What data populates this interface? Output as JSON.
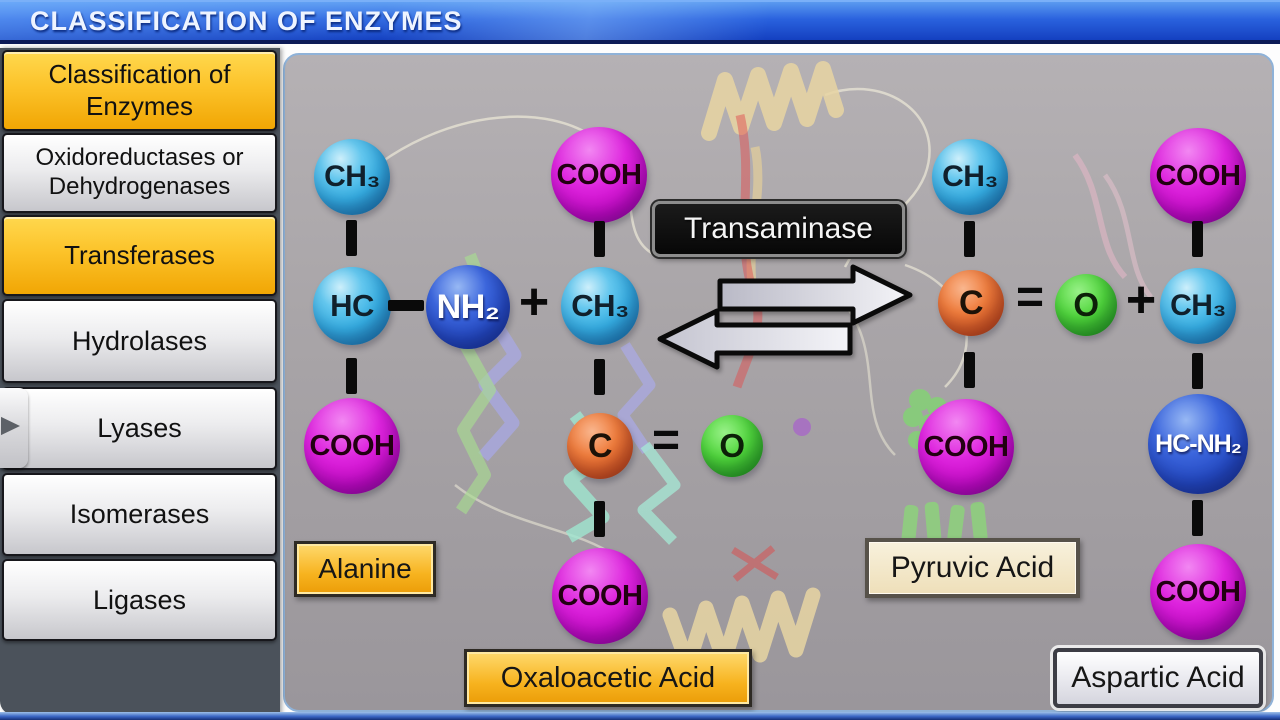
{
  "header": {
    "title": "CLASSIFICATION OF ENZYMES"
  },
  "sidebar": {
    "items": [
      {
        "label": "Classification of Enzymes",
        "highlighted": true
      },
      {
        "label": "Oxidoreductases or Dehydrogenases",
        "highlighted": false
      },
      {
        "label": "Transferases",
        "highlighted": true
      },
      {
        "label": "Hydrolases",
        "highlighted": false
      },
      {
        "label": "Lyases",
        "highlighted": false,
        "pointer": true
      },
      {
        "label": "Isomerases",
        "highlighted": false
      },
      {
        "label": "Ligases",
        "highlighted": false
      }
    ]
  },
  "diagram": {
    "enzyme_label": "Transaminase",
    "operators": {
      "plus": "+",
      "equals": "="
    },
    "atoms": {
      "ala_ch3": "CH₃",
      "ala_hc": "HC",
      "ala_nh2": "NH₂",
      "ala_cooh": "COOH",
      "oxa_cooh_top": "COOH",
      "oxa_ch3": "CH₃",
      "oxa_c": "C",
      "oxa_o": "O",
      "oxa_cooh_bottom": "COOH",
      "pyr_ch3": "CH₃",
      "pyr_c": "C",
      "pyr_o": "O",
      "pyr_cooh": "COOH",
      "asp_cooh_top": "COOH",
      "asp_ch3": "CH₃",
      "asp_hc_nh2": "HC-NH₂",
      "asp_cooh_bottom": "COOH"
    },
    "labels": {
      "alanine": "Alanine",
      "oxaloacetic": "Oxaloacetic Acid",
      "pyruvic": "Pyruvic Acid",
      "aspartic": "Aspartic Acid"
    }
  },
  "colors": {
    "header_blue": "#2a62de",
    "sidebar_dark": "#4b525b",
    "gold": "#fcc32a",
    "sphere_cyan": "#35aee3",
    "sphere_royal_blue": "#2348c0",
    "sphere_magenta": "#c206c2",
    "sphere_orange": "#dd5518",
    "sphere_green": "#2fb81e",
    "label_cream": "#eedfb9",
    "label_white": "#e8e8ee",
    "enzyme_box": "#0d0d0d"
  }
}
